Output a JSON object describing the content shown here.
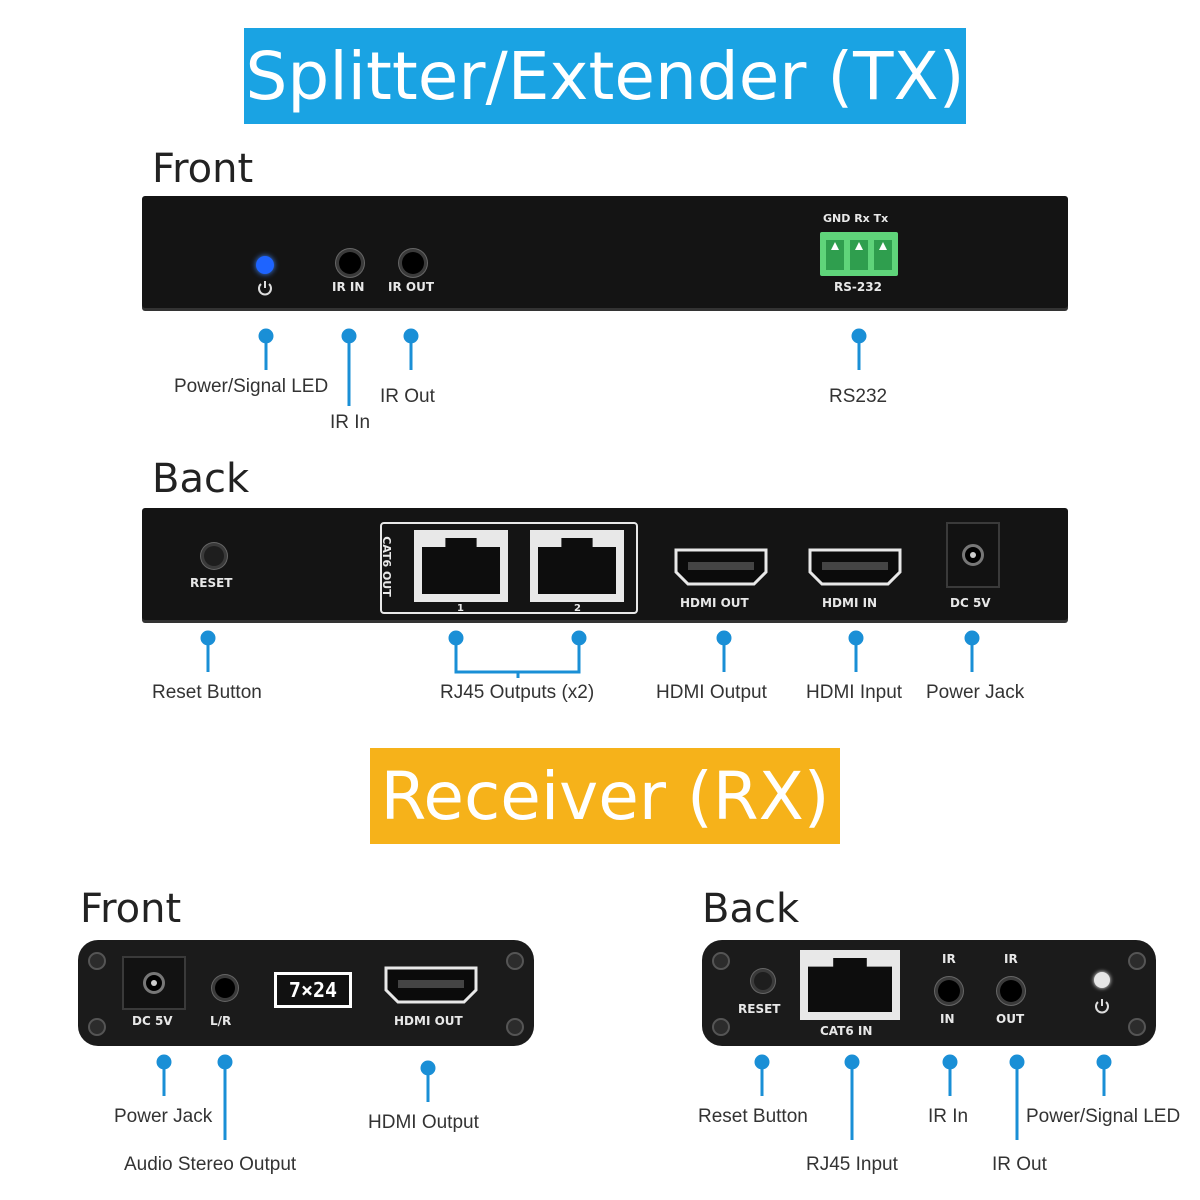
{
  "tx": {
    "title": "Splitter/Extender (TX)",
    "front": {
      "heading": "Front",
      "panel": {
        "ir_in": "IR IN",
        "ir_out": "IR OUT",
        "rs_pins": "GND Rx Tx",
        "rs232": "RS-232"
      },
      "callouts": {
        "power_led": "Power/Signal LED",
        "ir_in": "IR In",
        "ir_out": "IR Out",
        "rs232": "RS232"
      }
    },
    "back": {
      "heading": "Back",
      "panel": {
        "reset": "RESET",
        "cat6_out": "CAT6 OUT",
        "port1": "1",
        "port2": "2",
        "hdmi_out": "HDMI OUT",
        "hdmi_in": "HDMI IN",
        "dc": "DC 5V"
      },
      "callouts": {
        "reset": "Reset Button",
        "rj45": "RJ45 Outputs (x2)",
        "hdmi_out": "HDMI Output",
        "hdmi_in": "HDMI Input",
        "power": "Power Jack"
      }
    }
  },
  "rx": {
    "title": "Receiver (RX)",
    "front": {
      "heading": "Front",
      "panel": {
        "dc": "DC 5V",
        "lr": "L/R",
        "badge": "7×24",
        "hdmi_out": "HDMI OUT"
      },
      "callouts": {
        "power": "Power Jack",
        "audio": "Audio Stereo Output",
        "hdmi_out": "HDMI Output"
      }
    },
    "back": {
      "heading": "Back",
      "panel": {
        "reset": "RESET",
        "cat6_in": "CAT6 IN",
        "ir_top1": "IR",
        "ir_in": "IN",
        "ir_top2": "IR",
        "ir_out": "OUT"
      },
      "callouts": {
        "reset": "Reset Button",
        "rj45": "RJ45 Input",
        "ir_in": "IR In",
        "ir_out": "IR Out",
        "power_led": "Power/Signal LED"
      }
    }
  },
  "colors": {
    "tx_banner": "#1aa3e3",
    "rx_banner": "#f6b21a",
    "leader": "#1a8fd6",
    "device": "#141414",
    "led": "#1e64ff",
    "terminal": "#5fd47a"
  },
  "icons": [
    "power-icon",
    "ir-jack-icon",
    "rj45-port-icon",
    "hdmi-port-icon",
    "dc-jack-icon",
    "terminal-block-icon"
  ]
}
